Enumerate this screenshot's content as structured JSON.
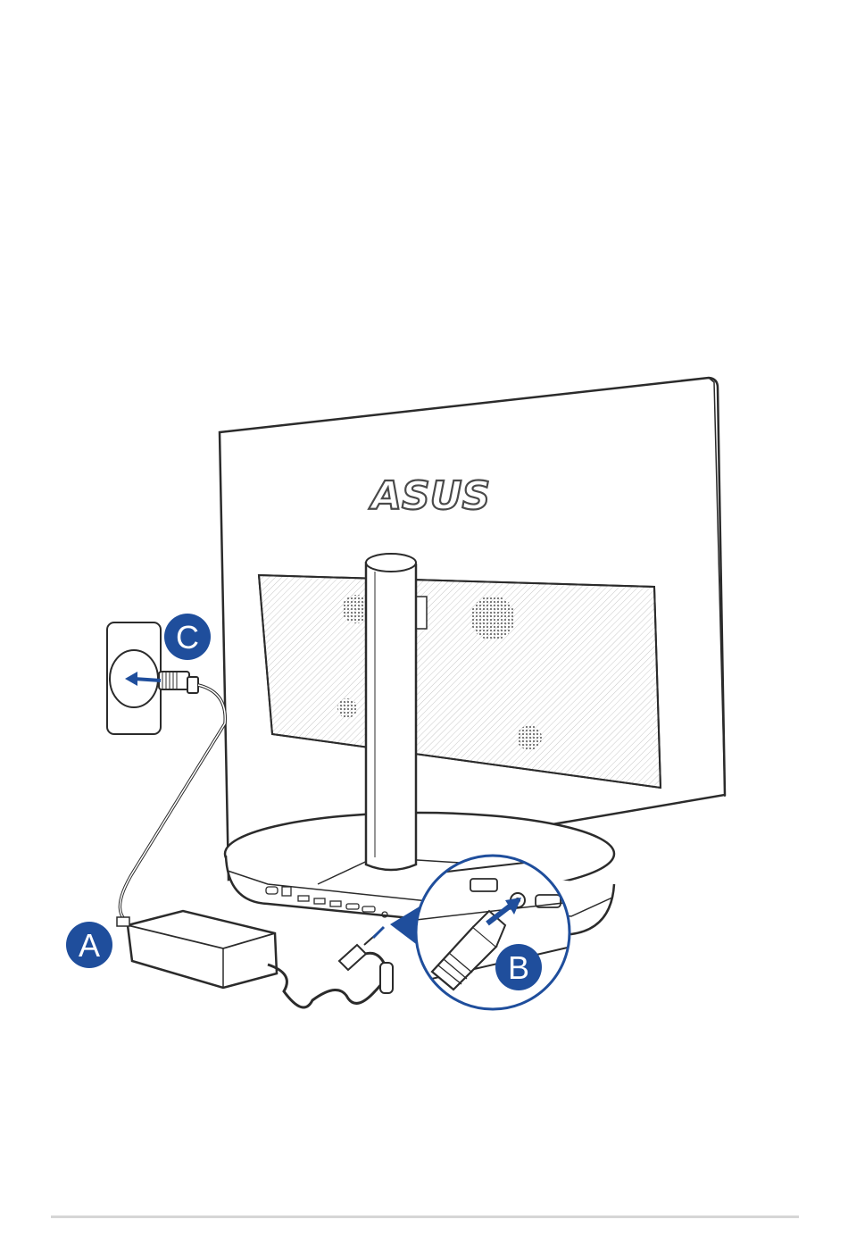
{
  "figure": {
    "logo_text": "ASUS",
    "callouts": [
      {
        "id": "A",
        "label": "A",
        "color": "#1f4e9c"
      },
      {
        "id": "B",
        "label": "B",
        "color": "#1f4e9c"
      },
      {
        "id": "C",
        "label": "C",
        "color": "#1f4e9c"
      }
    ],
    "arrow_color": "#1f4e9c",
    "line_color": "#2b2b2b"
  },
  "footer": {
    "rule_color": "#d6d6d6"
  }
}
